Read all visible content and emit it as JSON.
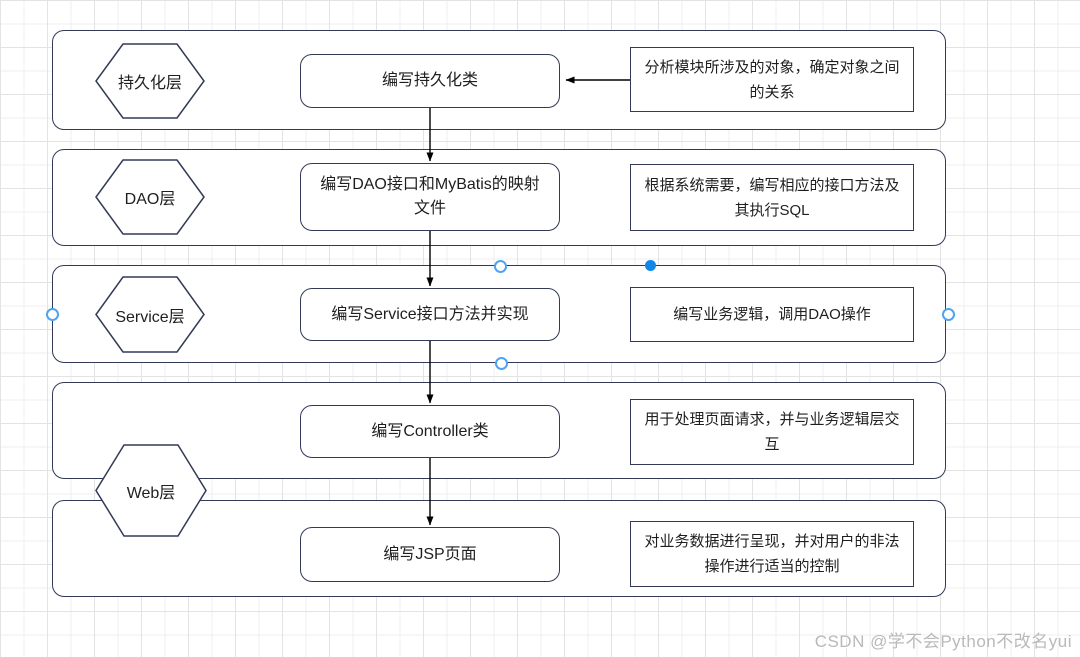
{
  "diagram": {
    "rows": [
      {
        "layer": "持久化层",
        "task": "编写持久化类",
        "note": "分析模块所涉及的对象，确定对象之间的关系"
      },
      {
        "layer": "DAO层",
        "task": "编写DAO接口和MyBatis的映射文件",
        "note": "根据系统需要，编写相应的接口方法及其执行SQL"
      },
      {
        "layer": "Service层",
        "task": "编写Service接口方法并实现",
        "note": "编写业务逻辑，调用DAO操作"
      },
      {
        "layer": "Web层",
        "task": "编写Controller类",
        "note": "用于处理页面请求，并与业务逻辑层交互"
      },
      {
        "task": "编写JSP页面",
        "note": "对业务数据进行呈现，并对用户的非法操作进行适当的控制"
      }
    ],
    "colors": {
      "shape_border": "#323a56",
      "arrow": "#000000",
      "selection_handle_stroke": "#4ea3f3",
      "selection_dot_fill": "#1287e8",
      "grid_line": "#e3e3e3",
      "watermark_gray": "#b9b9b9"
    }
  },
  "watermark": {
    "text": "CSDN @学不会Python不改名yui"
  }
}
